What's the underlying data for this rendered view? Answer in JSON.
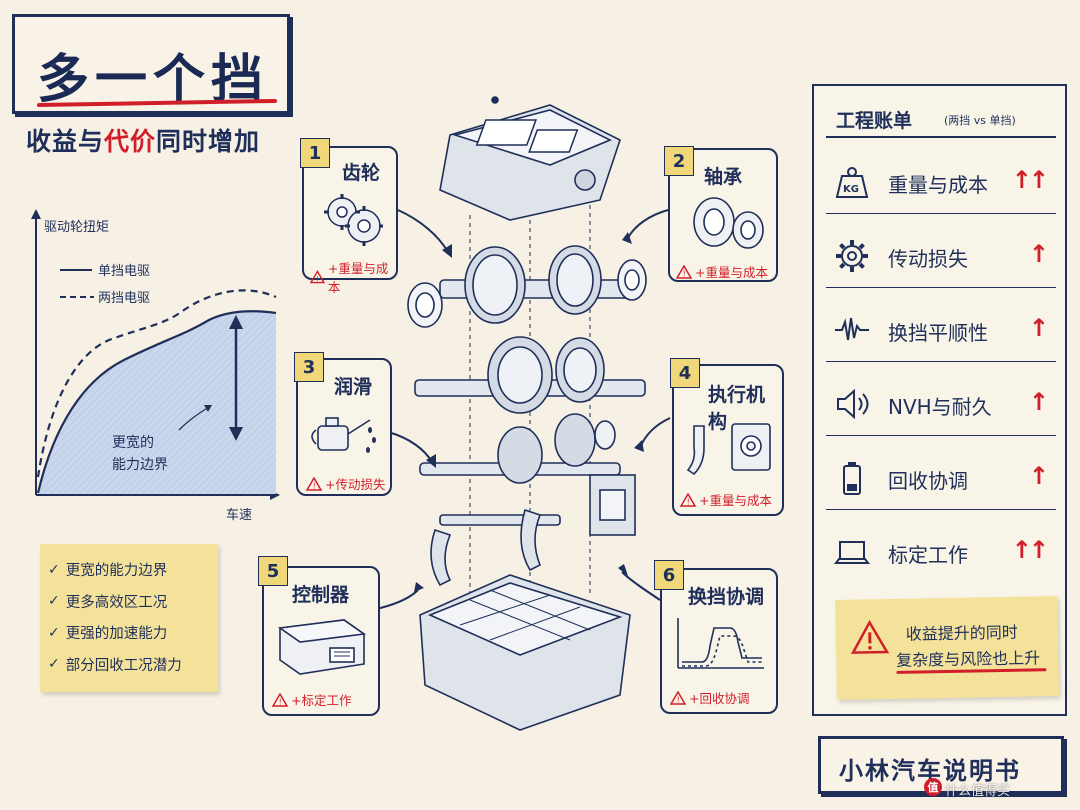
{
  "title": "多一个挡",
  "subtitle_parts": [
    "收益与",
    "代价",
    "同时增加"
  ],
  "colors": {
    "navy": "#1f2f5a",
    "red": "#d11f2a",
    "yellow_note": "#f4e29a",
    "paper": "#f6f1e4"
  },
  "chart": {
    "y_axis_label": "驱动轮扭矩",
    "x_axis_label": "车速",
    "legend_single": "单挡电驱",
    "legend_dual": "两挡电驱",
    "annotation": [
      "更宽的",
      "能力边界"
    ]
  },
  "benefits": [
    "更宽的能力边界",
    "更多高效区工况",
    "更强的加速能力",
    "部分回收工况潜力"
  ],
  "cards": [
    {
      "number": "1",
      "title": "齿轮",
      "cost": "+重量与成本",
      "icon": "gears-icon"
    },
    {
      "number": "2",
      "title": "轴承",
      "cost": "+重量与成本",
      "icon": "bearing-icon"
    },
    {
      "number": "3",
      "title": "润滑",
      "cost": "+传动损失",
      "icon": "oil-can-icon"
    },
    {
      "number": "4",
      "title": "执行机构",
      "cost": "+重量与成本",
      "icon": "actuator-icon"
    },
    {
      "number": "5",
      "title": "控制器",
      "cost": "+标定工作",
      "icon": "controller-icon"
    },
    {
      "number": "6",
      "title": "换挡协调",
      "cost": "+回收协调",
      "icon": "shift-curve-icon"
    }
  ],
  "bill": {
    "title": "工程账单",
    "subtitle": "(两挡 vs 单挡)",
    "rows": [
      {
        "label": "重量与成本",
        "arrow": "↑↑",
        "icon": "weight-icon",
        "icon_text": "KG"
      },
      {
        "label": "传动损失",
        "arrow": "↑",
        "icon": "gear-icon"
      },
      {
        "label": "换挡平顺性",
        "arrow": "↑",
        "icon": "waveform-icon"
      },
      {
        "label": "NVH与耐久",
        "arrow": "↑",
        "icon": "speaker-icon"
      },
      {
        "label": "回收协调",
        "arrow": "↑",
        "icon": "battery-icon"
      },
      {
        "label": "标定工作",
        "arrow": "↑↑",
        "icon": "laptop-icon"
      }
    ],
    "warning_line1": "收益提升的同时",
    "warning_line2": "复杂度与风险也上升"
  },
  "brand": "小林汽车说明书",
  "watermark": "什么值得买"
}
